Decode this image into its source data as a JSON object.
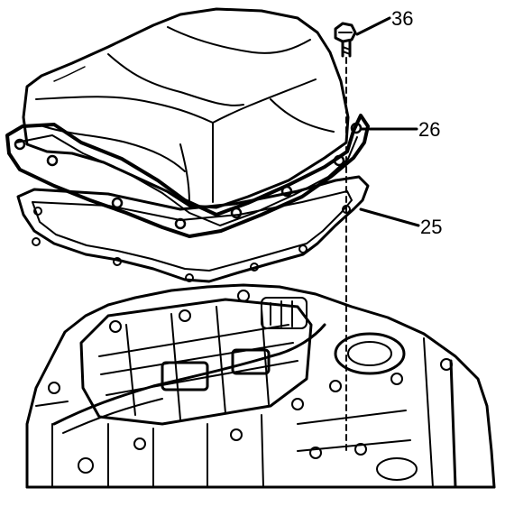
{
  "figure": {
    "callouts": [
      {
        "id": "bolt",
        "label": "36"
      },
      {
        "id": "cover",
        "label": "26"
      },
      {
        "id": "gasket",
        "label": "25"
      }
    ]
  }
}
